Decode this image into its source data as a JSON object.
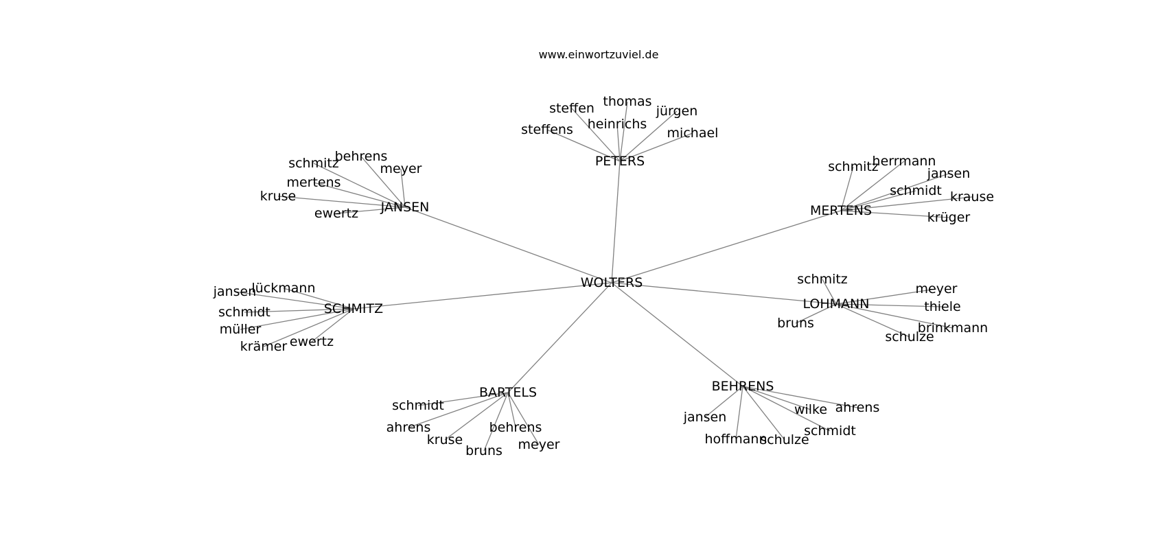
{
  "header": {
    "site": "www.einwortzuviel.de"
  },
  "diagram": {
    "root": "WOLTERS",
    "hubs": [
      {
        "name": "PETERS",
        "children": [
          "steffen",
          "thomas",
          "jürgen",
          "heinrichs",
          "steffens",
          "michael"
        ]
      },
      {
        "name": "JANSEN",
        "children": [
          "schmitz",
          "behrens",
          "meyer",
          "mertens",
          "kruse",
          "ewertz"
        ]
      },
      {
        "name": "MERTENS",
        "children": [
          "schmitz",
          "herrmann",
          "jansen",
          "schmidt",
          "krause",
          "krüger"
        ]
      },
      {
        "name": "SCHMITZ",
        "children": [
          "jansen",
          "lückmann",
          "schmidt",
          "müller",
          "krämer",
          "ewertz"
        ]
      },
      {
        "name": "LOHMANN",
        "children": [
          "schmitz",
          "meyer",
          "thiele",
          "bruns",
          "brinkmann",
          "schulze"
        ]
      },
      {
        "name": "BARTELS",
        "children": [
          "schmidt",
          "ahrens",
          "kruse",
          "bruns",
          "behrens",
          "meyer"
        ]
      },
      {
        "name": "BEHRENS",
        "children": [
          "jansen",
          "hoffmann",
          "schulze",
          "schmidt",
          "wilke",
          "ahrens"
        ]
      }
    ]
  }
}
